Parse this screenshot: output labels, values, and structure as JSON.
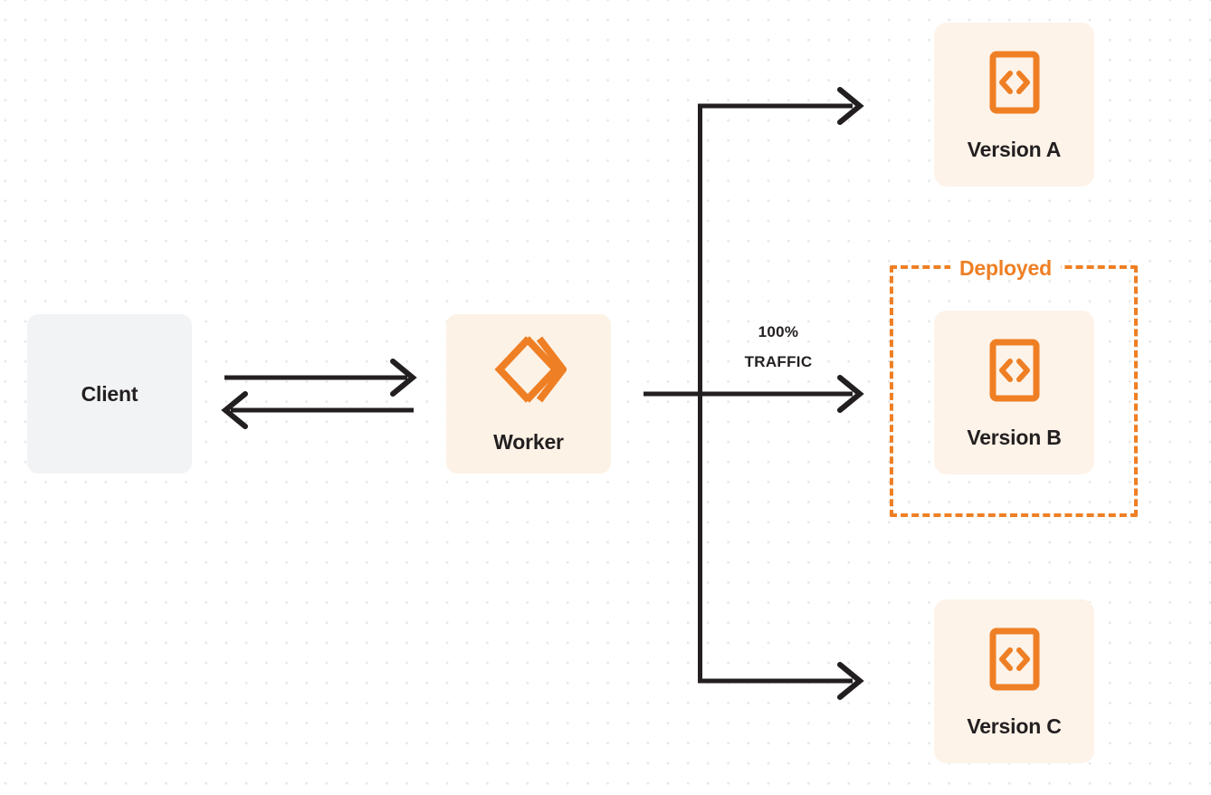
{
  "diagram": {
    "title": "Worker version traffic routing",
    "background": {
      "color": "#ffffff",
      "dot_color": "#e6e7e8",
      "pattern": "dot-grid"
    },
    "colors": {
      "orange": "#ef7f24",
      "box_cream": "#fdf3e9",
      "box_gray": "#f2f3f4",
      "text_dark": "#231f20",
      "arrow": "#231f20"
    }
  },
  "nodes": {
    "client": {
      "label": "Client",
      "icon": "none"
    },
    "worker": {
      "label": "Worker",
      "icon": "cloudflare-workers-logo"
    },
    "version_a": {
      "label": "Version A",
      "icon": "code-file-icon"
    },
    "version_b": {
      "label": "Version B",
      "icon": "code-file-icon"
    },
    "version_c": {
      "label": "Version C",
      "icon": "code-file-icon"
    }
  },
  "group": {
    "deployed": {
      "label": "Deployed",
      "style": "dashed",
      "color": "#ef7f24"
    }
  },
  "edges": {
    "traffic": {
      "percent": "100%",
      "unit": "TRAFFIC"
    },
    "client_to_worker": {
      "direction": "right"
    },
    "worker_to_client": {
      "direction": "left"
    },
    "worker_to_version_a": {
      "direction": "right"
    },
    "worker_to_version_b": {
      "direction": "right"
    },
    "worker_to_version_c": {
      "direction": "right"
    }
  }
}
